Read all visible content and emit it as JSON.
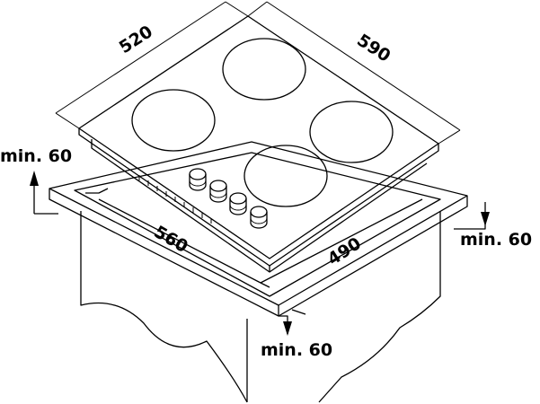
{
  "dimensions": {
    "hob_depth": "520",
    "hob_width": "590",
    "cutout_width": "560",
    "cutout_depth": "490"
  },
  "clearances": {
    "left": "min. 60",
    "right": "min. 60",
    "front": "min. 60"
  }
}
